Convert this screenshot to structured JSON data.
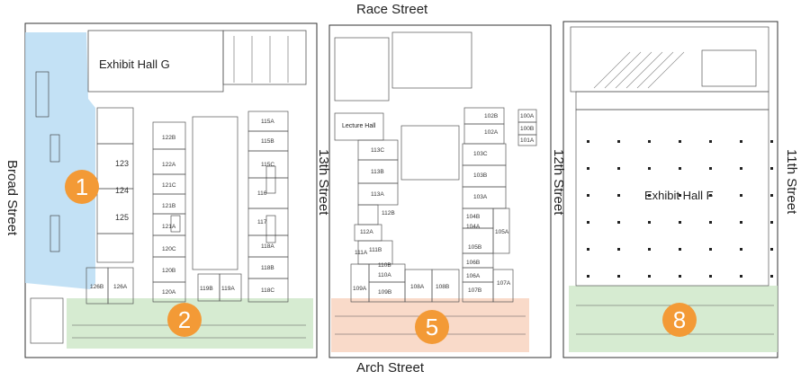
{
  "streets": {
    "race": "Race Street",
    "arch": "Arch Street",
    "broad": "Broad Street",
    "thirteenth": "13th Street",
    "twelfth": "12th Street",
    "eleventh": "11th Street"
  },
  "halls": {
    "g": "Exhibit Hall G",
    "f": "Exhibit Hall F",
    "lecture": "Lecture Hall"
  },
  "zones": [
    {
      "label": "1",
      "color": "#b8dcf3"
    },
    {
      "label": "2",
      "color": "#cfe8c9"
    },
    {
      "label": "5",
      "color": "#f8d3bf"
    },
    {
      "label": "8",
      "color": "#cfe8c9"
    }
  ],
  "badge_color": "#f39a36",
  "rooms": {
    "r123": "123",
    "r124": "124",
    "r125": "125",
    "r122B": "122B",
    "r122A": "122A",
    "r121C": "121C",
    "r121B": "121B",
    "r121A": "121A",
    "r120C": "120C",
    "r120B": "120B",
    "r120A": "120A",
    "r126B": "126B",
    "r126A": "126A",
    "r119B": "119B",
    "r119A": "119A",
    "r115A": "115A",
    "r115B": "115B",
    "r115C": "115C",
    "r116": "116",
    "r117": "117",
    "r118A": "118A",
    "r118B": "118B",
    "r118C": "118C",
    "r113C": "113C",
    "r113B": "113B",
    "r113A": "113A",
    "r112B": "112B",
    "r112A": "112A",
    "r111B": "111B",
    "r111A": "111A",
    "r110B": "110B",
    "r110A": "110A",
    "r109A": "109A",
    "r109B": "109B",
    "r108A": "108A",
    "r108B": "108B",
    "r102B": "102B",
    "r102A": "102A",
    "r100A": "100A",
    "r100B": "100B",
    "r101A": "101A",
    "r103C": "103C",
    "r103B": "103B",
    "r103A": "103A",
    "r104B": "104B",
    "r104A": "104A",
    "r105B": "105B",
    "r105A": "105A",
    "r106B": "106B",
    "r106A": "106A",
    "r107B": "107B",
    "r107A": "107A"
  }
}
